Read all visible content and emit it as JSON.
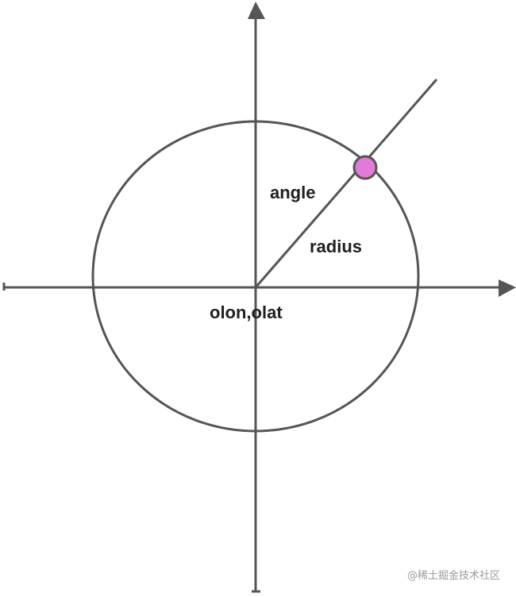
{
  "labels": {
    "angle": "angle",
    "radius": "radius",
    "center": "olon,olat"
  },
  "watermark": "@稀土掘金技术社区",
  "colors": {
    "stroke": "#555555",
    "point_fill": "#e27ad8",
    "point_stroke": "#555555",
    "text": "#1f1f1f",
    "watermark": "#9a9a9a"
  }
}
